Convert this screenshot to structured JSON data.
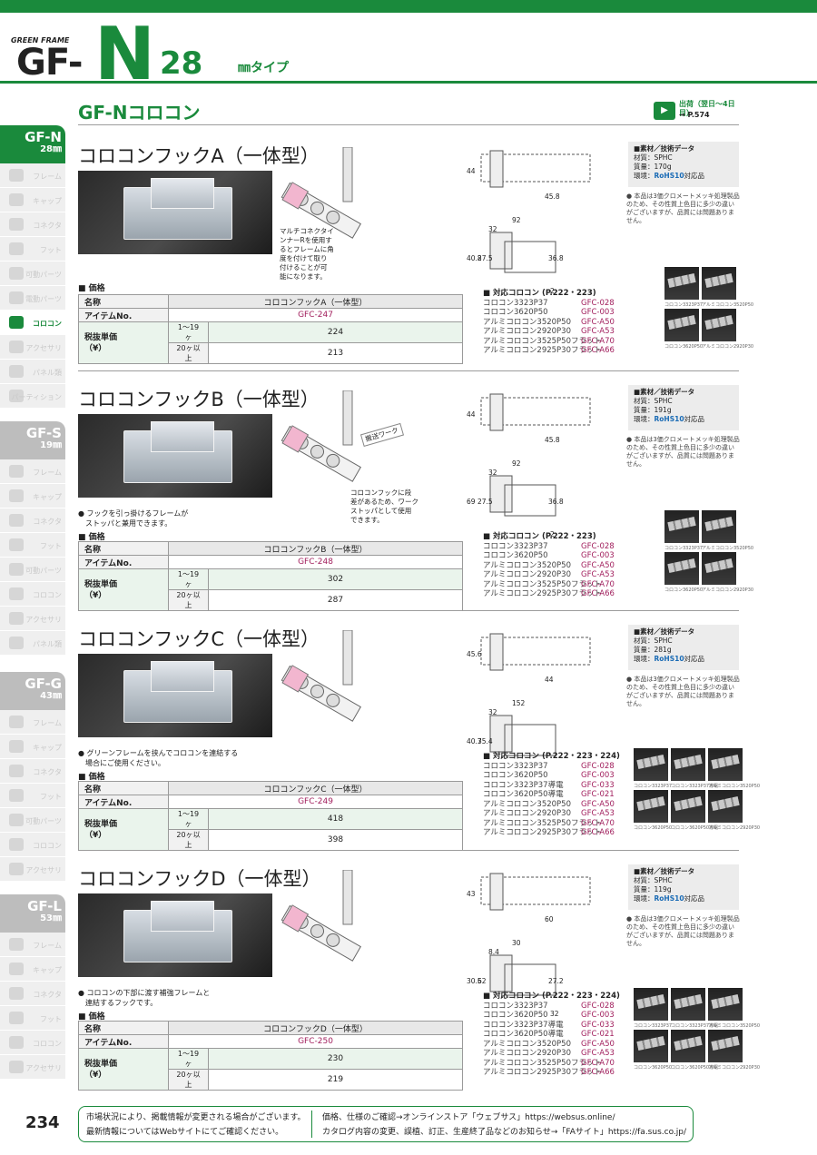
{
  "header": {
    "brand_small": "GREEN FRAME",
    "brand_gf": "GF-",
    "brand_n": "N",
    "size": "28",
    "unit": "㎜タイプ"
  },
  "section": {
    "title": "GF-Nコロコン",
    "ship_label": "出荷（翌日〜4日目）",
    "ship_page": "→ P.574"
  },
  "sidebar": [
    {
      "head": "GF-N",
      "sub": "28㎜",
      "active": true,
      "items": [
        "フレーム",
        "キャップ",
        "コネクタ",
        "フット",
        "可動パーツ",
        "電動パーツ",
        "コロコン",
        "アクセサリ",
        "パネル類",
        "パーティション"
      ],
      "active_item": "コロコン"
    },
    {
      "head": "GF-S",
      "sub": "19㎜",
      "active": false,
      "items": [
        "フレーム",
        "キャップ",
        "コネクタ",
        "フット",
        "可動パーツ",
        "コロコン",
        "アクセサリ",
        "パネル類"
      ]
    },
    {
      "head": "GF-G",
      "sub": "43㎜",
      "active": false,
      "items": [
        "フレーム",
        "キャップ",
        "コネクタ",
        "フット",
        "可動パーツ",
        "コロコン",
        "アクセサリ"
      ]
    },
    {
      "head": "GF-L",
      "sub": "53㎜",
      "active": false,
      "items": [
        "フレーム",
        "キャップ",
        "コネクタ",
        "フット",
        "コロコン",
        "アクセサリ"
      ]
    }
  ],
  "price_labels": {
    "price": "■ 価格",
    "name": "名称",
    "item_no": "アイテムNo.",
    "unit_price": "税抜単価",
    "yen": "（¥）",
    "q1": "1〜19ヶ",
    "q2": "20ヶ以上",
    "compat_title_prefix": "■ 対応コロコン"
  },
  "products": [
    {
      "title": "コロコンフックA（一体型）",
      "name": "コロコンフックA（一体型）",
      "code": "GFC-247",
      "p1": "224",
      "p2": "213",
      "feature": "",
      "callout": "マルチコネクタイ\nンナーRを使用す\nるとフレームに角\n度を付けて取り\n付けることが可\n能になります。",
      "callout2": "",
      "spec": {
        "head": "■素材／技術データ",
        "mat": "材質：SPHC",
        "wt": "質量：170g",
        "env": "環境：",
        "rohs": "RoHS10",
        "env2": "対応品"
      },
      "note": "● 本品は3価クロメートメッキ処理製品\nのため、その性質上色目に多少の違い\nがございますが、品質には問題ありま\nせん。",
      "compat_pages": "(P.222・223)",
      "dims": [
        "44",
        "45.8",
        "92",
        "32",
        "40.8",
        "27.5",
        "36.8",
        "2"
      ],
      "compat": [
        [
          "コロコン3323P37",
          "GFC-028"
        ],
        [
          "コロコン3620P50",
          "GFC-003"
        ],
        [
          "アルミコロコン3520P50",
          "GFC-A50"
        ],
        [
          "アルミコロコン2920P30",
          "GFC-A53"
        ],
        [
          "アルミコロコン3525P50フラット",
          "GFC-A70"
        ],
        [
          "アルミコロコン2925P30フラット",
          "GFC-A66"
        ]
      ],
      "thumbs": [
        "コロコン3323P37",
        "アルミコロコン3520P50",
        "コロコン3620P50",
        "アルミコロコン2920P30"
      ]
    },
    {
      "title": "コロコンフックB（一体型）",
      "name": "コロコンフックB（一体型）",
      "code": "GFC-248",
      "p1": "302",
      "p2": "287",
      "feature": "● フックを引っ掛けるフレームが\n　ストッパと兼用できます。",
      "callout": "コロコンフックに段\n差があるため、ワーク\nストッパとして使用\nできます。",
      "callout2": "搬送ワーク",
      "spec": {
        "head": "■素材／技術データ",
        "mat": "材質：SPHC",
        "wt": "質量：191g",
        "env": "環境：",
        "rohs": "RoHS10",
        "env2": "対応品"
      },
      "note": "● 本品は3価クロメートメッキ処理製品\nのため、その性質上色目に多少の違い\nがございますが、品質には問題ありま\nせん。",
      "compat_pages": "(P.222・223)",
      "dims": [
        "44",
        "45.8",
        "92",
        "32",
        "69",
        "27.5",
        "36.8",
        "2"
      ],
      "compat": [
        [
          "コロコン3323P37",
          "GFC-028"
        ],
        [
          "コロコン3620P50",
          "GFC-003"
        ],
        [
          "アルミコロコン3520P50",
          "GFC-A50"
        ],
        [
          "アルミコロコン2920P30",
          "GFC-A53"
        ],
        [
          "アルミコロコン3525P50フラット",
          "GFC-A70"
        ],
        [
          "アルミコロコン2925P30フラット",
          "GFC-A66"
        ]
      ],
      "thumbs": [
        "コロコン3323P37",
        "アルミコロコン3520P50",
        "コロコン3620P50",
        "アルミコロコン2920P30"
      ]
    },
    {
      "title": "コロコンフックC（一体型）",
      "name": "コロコンフックC（一体型）",
      "code": "GFC-249",
      "p1": "418",
      "p2": "398",
      "feature": "● グリーンフレームを挟んでコロコンを連結する\n　場合にご使用ください。",
      "callout": "",
      "callout2": "",
      "spec": {
        "head": "■素材／技術データ",
        "mat": "材質：SPHC",
        "wt": "質量：281g",
        "env": "環境：",
        "rohs": "RoHS10",
        "env2": "対応品"
      },
      "note": "● 本品は3価クロメートメッキ処理製品\nのため、その性質上色目に多少の違い\nがございますが、品質には問題ありま\nせん。",
      "compat_pages": "(P.222・223・224)",
      "dims": [
        "45.6",
        "44",
        "152",
        "32",
        "40.7",
        "35.4"
      ],
      "compat": [
        [
          "コロコン3323P37",
          "GFC-028"
        ],
        [
          "コロコン3620P50",
          "GFC-003"
        ],
        [
          "コロコン3323P37導電",
          "GFC-033"
        ],
        [
          "コロコン3620P50導電",
          "GFC-021"
        ],
        [
          "アルミコロコン3520P50",
          "GFC-A50"
        ],
        [
          "アルミコロコン2920P30",
          "GFC-A53"
        ],
        [
          "アルミコロコン3525P50フラット",
          "GFC-A70"
        ],
        [
          "アルミコロコン2925P30フラット",
          "GFC-A66"
        ]
      ],
      "thumbs": [
        "コロコン3323P37",
        "コロコン3323P37導電",
        "アルミコロコン3520P50",
        "コロコン3620P50",
        "コロコン3620P50導電",
        "アルミコロコン2920P30"
      ]
    },
    {
      "title": "コロコンフックD（一体型）",
      "name": "コロコンフックD（一体型）",
      "code": "GFC-250",
      "p1": "230",
      "p2": "219",
      "feature": "● コロコンの下部に渡す補強フレームと\n　連結するフックです。",
      "callout": "",
      "callout2": "",
      "spec": {
        "head": "■素材／技術データ",
        "mat": "材質：SPHC",
        "wt": "質量：119g",
        "env": "環境：",
        "rohs": "RoHS10",
        "env2": "対応品"
      },
      "note": "● 本品は3価クロメートメッキ処理製品\nのため、その性質上色目に多少の違い\nがございますが、品質には問題ありま\nせん。",
      "compat_pages": "(P.222・223・224)",
      "dims": [
        "43",
        "60",
        "30",
        "8.4",
        "30.5",
        "62",
        "27.2",
        "32"
      ],
      "compat": [
        [
          "コロコン3323P37",
          "GFC-028"
        ],
        [
          "コロコン3620P50",
          "GFC-003"
        ],
        [
          "コロコン3323P37導電",
          "GFC-033"
        ],
        [
          "コロコン3620P50導電",
          "GFC-021"
        ],
        [
          "アルミコロコン3520P50",
          "GFC-A50"
        ],
        [
          "アルミコロコン2920P30",
          "GFC-A53"
        ],
        [
          "アルミコロコン3525P50フラット",
          "GFC-A70"
        ],
        [
          "アルミコロコン2925P30フラット",
          "GFC-A66"
        ]
      ],
      "thumbs": [
        "コロコン3323P37",
        "コロコン3323P37導電",
        "アルミコロコン3520P50",
        "コロコン3620P50",
        "コロコン3620P50導電",
        "アルミコロコン2920P30"
      ]
    }
  ],
  "footer": {
    "page": "234",
    "left1": "市場状況により、掲載情報が変更される場合がございます。",
    "left2": "最新情報についてはWebサイトにてご確認ください。",
    "right1": "価格、仕様のご確認→オンラインストア「ウェブサス」https://websus.online/",
    "right2": "カタログ内容の変更、誤植、訂正、生産終了品などのお知らせ→「FAサイト」https://fa.sus.co.jp/"
  },
  "colors": {
    "brand_green": "#1a8a3c",
    "code_magenta": "#a2205e",
    "rohs_blue": "#1a6bb5"
  }
}
